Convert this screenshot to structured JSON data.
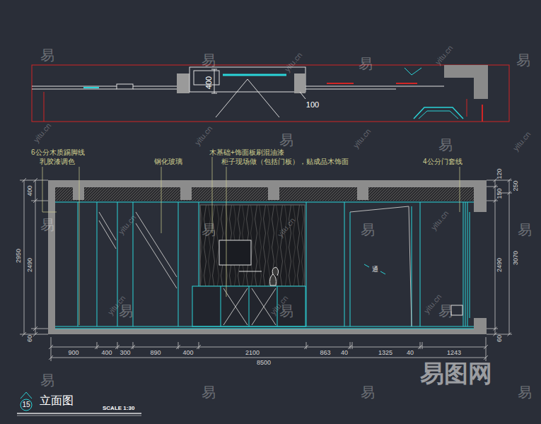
{
  "diagram": {
    "title": "立面图",
    "labels": [
      "400",
      "100",
      "6公分木质踢脚线",
      "乳胶漆调色",
      "钢化玻璃",
      "木基础+饰面板刷混油漆",
      "柜子现场做（包括门板），贴成品木饰面",
      "4公分门套线",
      "400",
      "2950",
      "2490",
      "60",
      "120",
      "150",
      "2490",
      "60",
      "250",
      "3070",
      "900",
      "400",
      "300",
      "890",
      "400",
      "2100",
      "863",
      "40",
      "1325",
      "40",
      "1243",
      "8500",
      "通",
      "15",
      "SCALE 1:30",
      "易图网",
      "易",
      "易",
      "易",
      "易",
      "易",
      "易",
      "易",
      "易",
      "易",
      "易",
      "易",
      "易",
      "易",
      "易",
      "易",
      "易",
      "易",
      "yitu.cn",
      "yitu.cn",
      "yitu.cn",
      "yitu.cn",
      "yitu.cn",
      "yitu.cn",
      "yitu.cn",
      "yitu.cn",
      "yitu.cn",
      "yitu.cn",
      "yitu.cn",
      "yitu.cn"
    ]
  }
}
